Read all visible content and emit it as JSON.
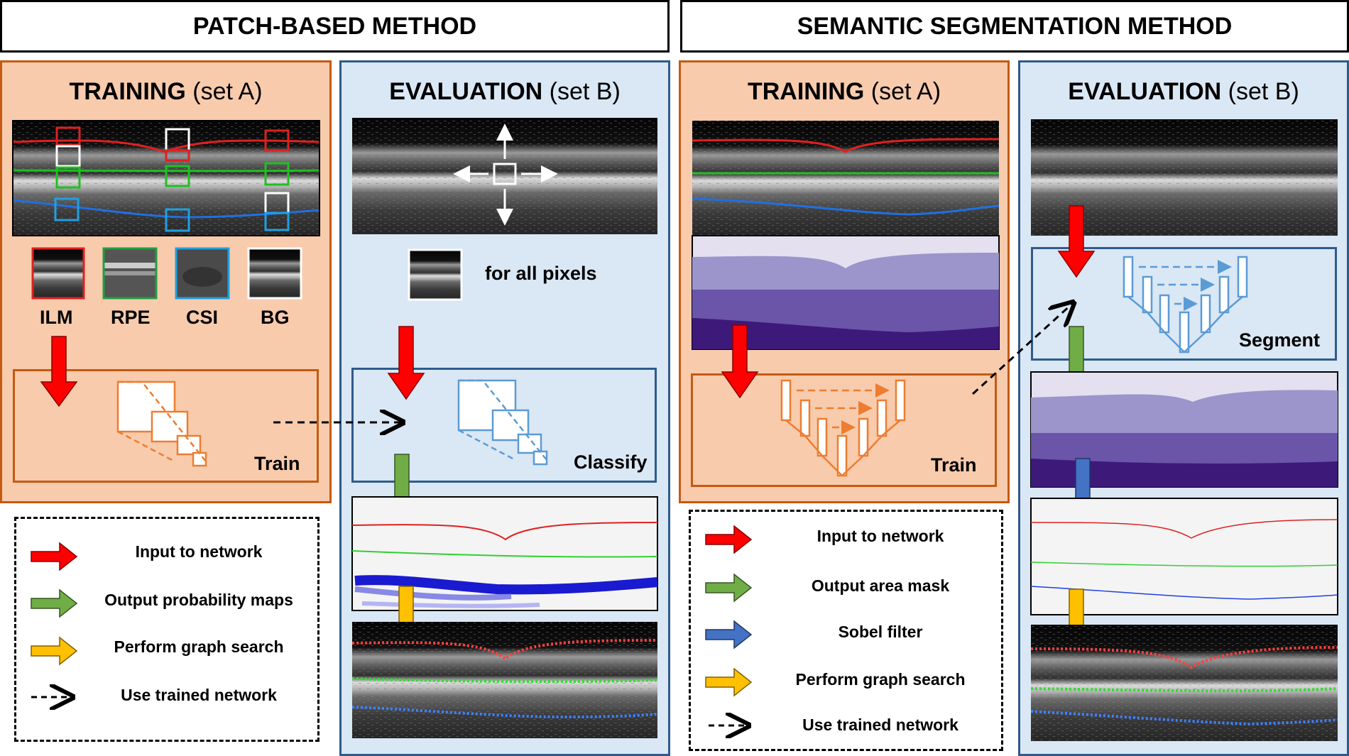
{
  "headers": {
    "patch": "PATCH-BASED METHOD",
    "semantic": "SEMANTIC SEGMENTATION METHOD"
  },
  "patch": {
    "training_title_bold": "TRAINING",
    "training_title_rest": "(set A)",
    "evaluation_title_bold": "EVALUATION",
    "evaluation_title_rest": "(set B)",
    "patch_labels": [
      "ILM",
      "RPE",
      "CSI",
      "BG"
    ],
    "train_label": "Train",
    "classify_label": "Classify",
    "for_all_pixels": "for all pixels",
    "legend": [
      "Input to network",
      "Output probability maps",
      "Perform graph search",
      "Use trained network"
    ]
  },
  "semantic": {
    "training_title_bold": "TRAINING",
    "training_title_rest": "(set A)",
    "evaluation_title_bold": "EVALUATION",
    "evaluation_title_rest": "(set B)",
    "train_label": "Train",
    "segment_label": "Segment",
    "legend": [
      "Input to network",
      "Output area mask",
      "Sobel filter",
      "Perform graph search",
      "Use trained network"
    ]
  },
  "colors": {
    "orange_bg": "#f8cbad",
    "orange_border": "#c55a11",
    "blue_bg": "#dae7f5",
    "blue_border": "#2e5b8c",
    "arrow_red": "#ff0000",
    "arrow_green": "#70ad47",
    "arrow_blue": "#4472c4",
    "arrow_yellow": "#ffc000",
    "ilm_line": "#e02020",
    "rpe_line": "#20c020",
    "csi_line": "#2060e0"
  }
}
